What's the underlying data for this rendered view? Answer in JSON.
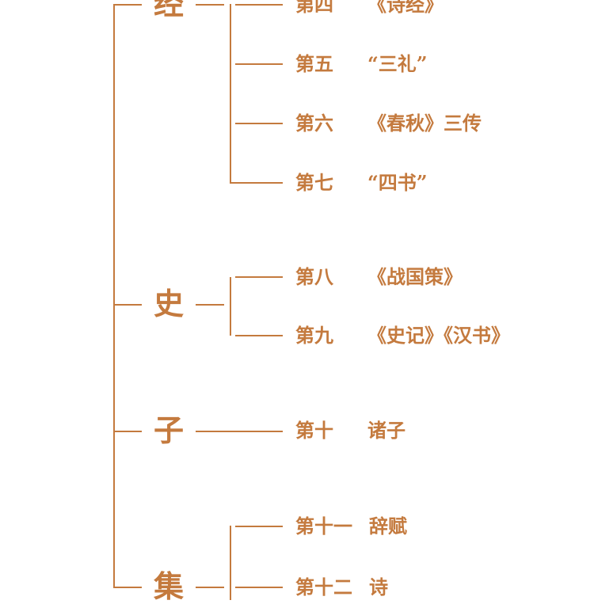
{
  "categories": [
    {
      "label": "经",
      "chapters": [
        {
          "num": "第四",
          "title": "《诗经》"
        },
        {
          "num": "第五",
          "title": "“三礼”"
        },
        {
          "num": "第六",
          "title": "《春秋》三传"
        },
        {
          "num": "第七",
          "title": "“四书”"
        }
      ]
    },
    {
      "label": "史",
      "chapters": [
        {
          "num": "第八",
          "title": "《战国策》"
        },
        {
          "num": "第九",
          "title": "《史记》《汉书》"
        }
      ]
    },
    {
      "label": "子",
      "chapters": [
        {
          "num": "第十",
          "title": "诸子"
        }
      ]
    },
    {
      "label": "集",
      "chapters": [
        {
          "num": "第十一",
          "title": "辞赋"
        },
        {
          "num": "第十二",
          "title": "诗"
        }
      ]
    }
  ],
  "colors": {
    "accent": "#c47a3e",
    "background": "#ffffff"
  }
}
